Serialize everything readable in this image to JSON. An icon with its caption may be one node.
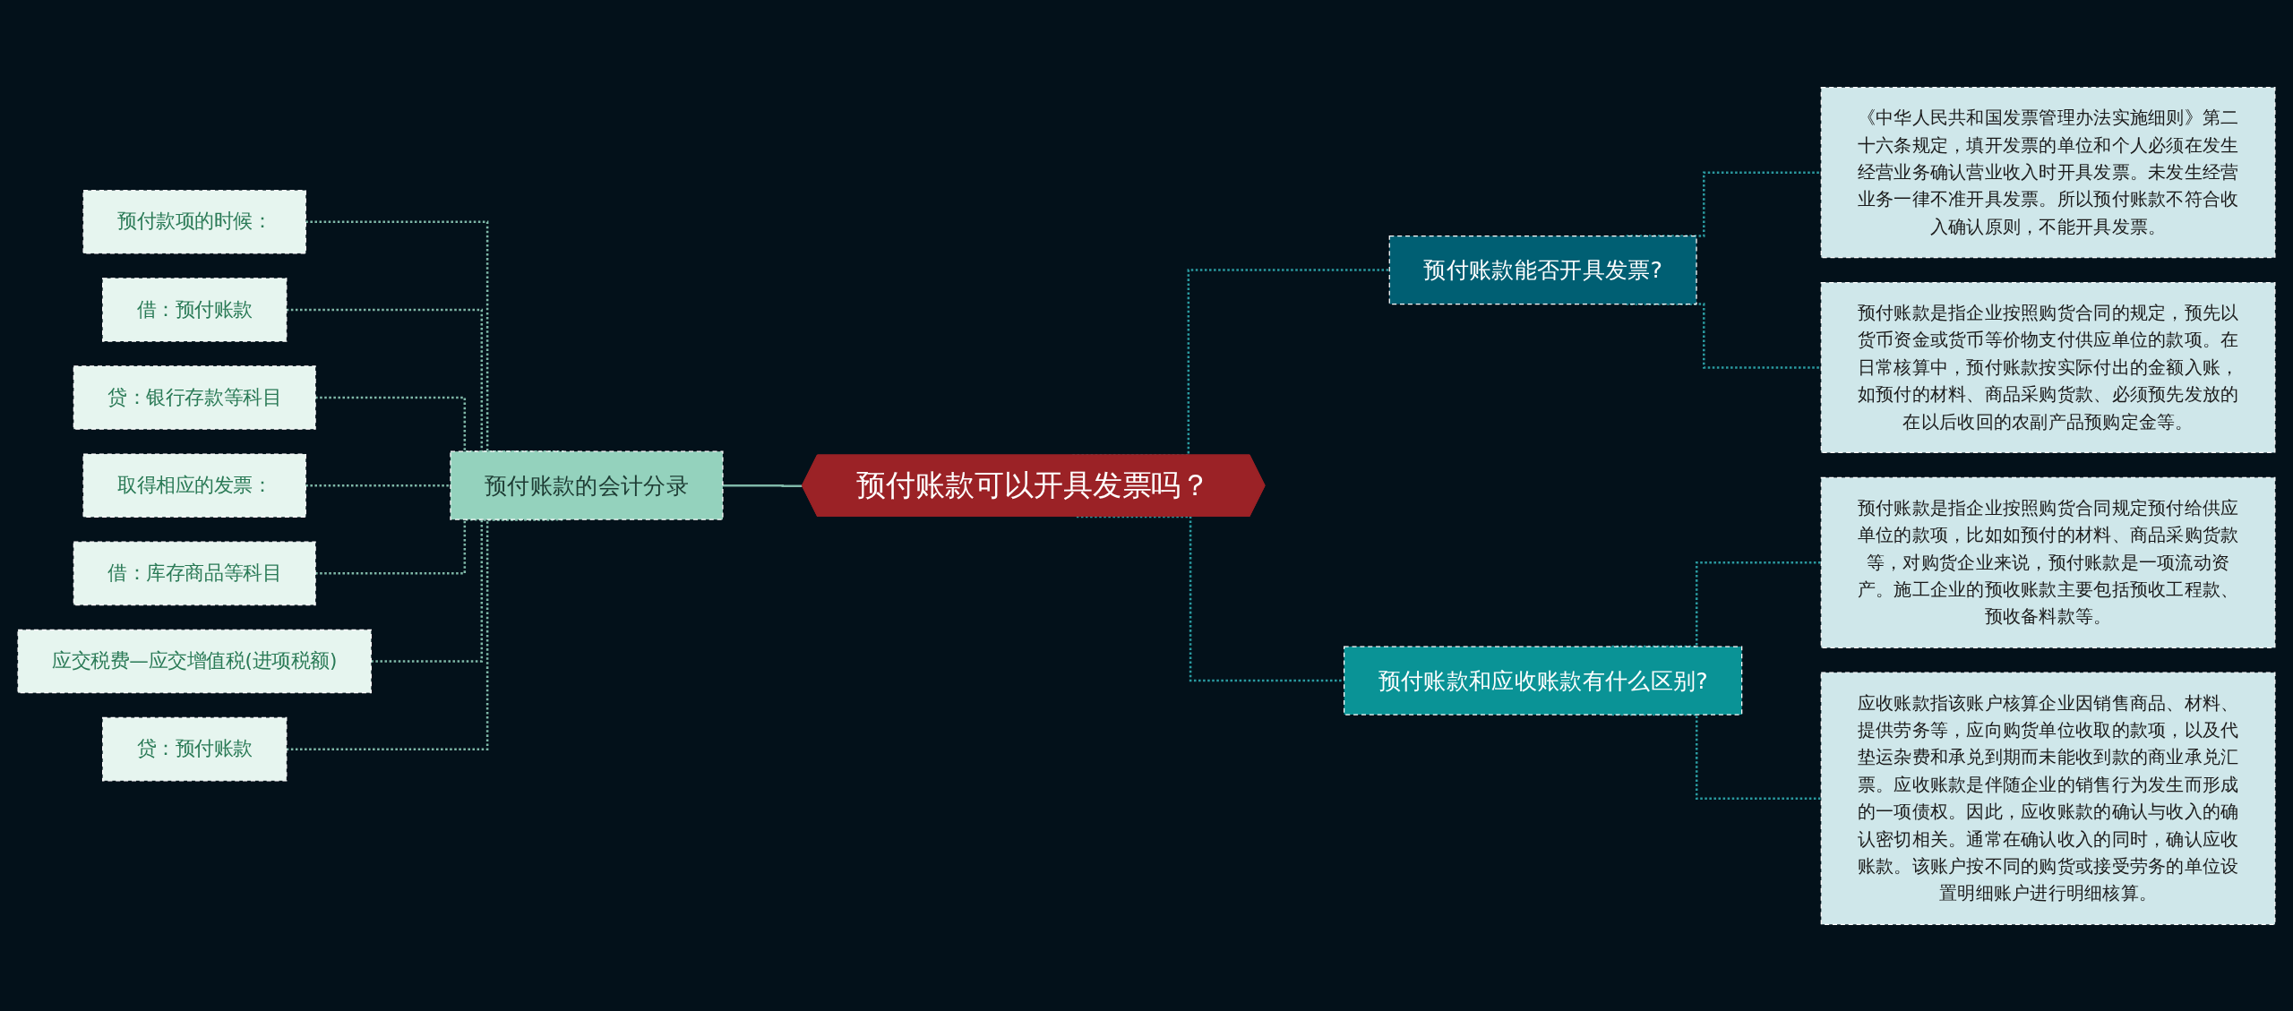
{
  "diagram": {
    "nodes": [
      {
        "text": [
          "预付账款可以开具发票吗？"
        ]
      },
      {
        "text": [
          "预付账款的会计分录"
        ]
      },
      {
        "text": [
          "预付款项的时候："
        ]
      },
      {
        "text": [
          "借：预付账款"
        ]
      },
      {
        "text": [
          "贷：银行存款等科目"
        ]
      },
      {
        "text": [
          "取得相应的发票："
        ]
      },
      {
        "text": [
          "借：库存商品等科目"
        ]
      },
      {
        "text": [
          "应交税费—应交增值税(进项税额)"
        ]
      },
      {
        "text": [
          "贷：预付账款"
        ]
      },
      {
        "text": [
          "预付账款能否开具发票?"
        ]
      },
      {
        "text": [
          "《中华人民共和国发票管理办法实施细则》第二十六条规定，填开发票的单位和个人必须在发生经营业务确认营业收入时开具发票。未发生经营业务一律不准开具发票。所以预付账款不符合收入确认原则，不能开具发票。"
        ]
      },
      {
        "text": [
          "预付账款是指企业按照购货合同的规定，预先以货币资金或货币等价物支付供应单位的款项。在日常核算中，预付账款按实际付出的金额入账，如预付的材料、商品采购货款、必须预先发放的在以后收回的农副产品预购定金等。"
        ]
      },
      {
        "text": [
          "预付账款和应收账款有什么区别?"
        ]
      },
      {
        "text": [
          "预付账款是指企业按照购货合同规定预付给供应单位的款项，比如如预付的材料、商品采购货款等，对购货企业来说，预付账款是一项流动资产。施工企业的预收账款主要包括预收工程款、预收备料款等。"
        ]
      },
      {
        "text": [
          "应收账款指该账户核算企业因销售商品、材料、提供劳务等，应向购货单位收取的款项，以及代垫运杂费和承兑到期而未能收到款的商业承兑汇票。应收账款是伴随企业的销售行为发生而形成的一项债权。因此，应收账款的确认与收入的确认密切相关。通常在确认收入的同时，确认应收账款。该账户按不同的购货或接受劳务的单位设置明细账户进行明细核算。"
        ]
      }
    ],
    "edges": [
      {
        "from": 0,
        "to": 1,
        "arrow": "none"
      },
      {
        "from": 1,
        "to": 2,
        "arrow": "none",
        "style": "dashed"
      },
      {
        "from": 1,
        "to": 3,
        "arrow": "none",
        "style": "dashed"
      },
      {
        "from": 1,
        "to": 4,
        "arrow": "none",
        "style": "dashed"
      },
      {
        "from": 1,
        "to": 5,
        "arrow": "none",
        "style": "dashed"
      },
      {
        "from": 1,
        "to": 6,
        "arrow": "none",
        "style": "dashed"
      },
      {
        "from": 1,
        "to": 7,
        "arrow": "none",
        "style": "dashed"
      },
      {
        "from": 1,
        "to": 8,
        "arrow": "none",
        "style": "dashed"
      },
      {
        "from": 0,
        "to": 9,
        "arrow": "none",
        "style": "dashed"
      },
      {
        "from": 9,
        "to": 10,
        "arrow": "none",
        "style": "dashed"
      },
      {
        "from": 9,
        "to": 11,
        "arrow": "none",
        "style": "dashed"
      },
      {
        "from": 0,
        "to": 12,
        "arrow": "none",
        "style": "dashed"
      },
      {
        "from": 12,
        "to": 13,
        "arrow": "none",
        "style": "dashed"
      },
      {
        "from": 12,
        "to": 14,
        "arrow": "none",
        "style": "dashed"
      }
    ]
  }
}
